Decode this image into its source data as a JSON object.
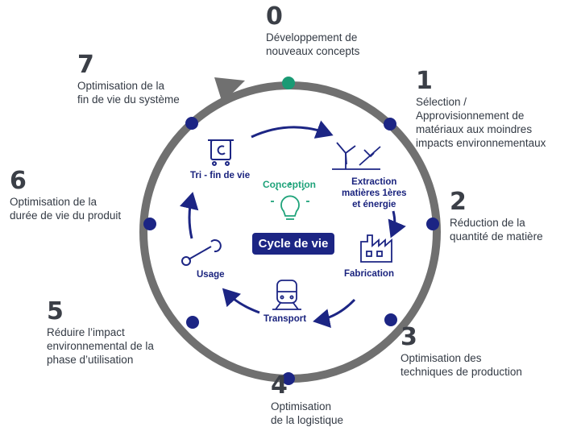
{
  "center": {
    "title": "Cycle de vie",
    "conception": "Conception"
  },
  "phases": [
    {
      "label": "Extraction\nmatières 1ères\net énergie",
      "icon": "wind-turbine-icon"
    },
    {
      "label": "Fabrication",
      "icon": "factory-icon"
    },
    {
      "label": "Transport",
      "icon": "train-icon"
    },
    {
      "label": "Usage",
      "icon": "wrench-icon"
    },
    {
      "label": "Tri - fin de vie",
      "icon": "recycling-bin-icon"
    }
  ],
  "steps": [
    {
      "number": "0",
      "text": "Développement de\nnouveaux concepts"
    },
    {
      "number": "1",
      "text": "Sélection /\nApprovisionnement de\nmatériaux aux moindres\nimpacts environnementaux"
    },
    {
      "number": "2",
      "text": "Réduction de la\nquantité de matière"
    },
    {
      "number": "3",
      "text": "Optimisation des\ntechniques de production"
    },
    {
      "number": "4",
      "text": "Optimisation\nde la logistique"
    },
    {
      "number": "5",
      "text": "Réduire l’impact\nenvironnemental de la\nphase d’utilisation"
    },
    {
      "number": "6",
      "text": "Optimisation de la\ndurée de vie du produit"
    },
    {
      "number": "7",
      "text": "Optimisation de la\nfin de vie du système"
    }
  ],
  "colors": {
    "ring": "#707070",
    "node": "#1c2584",
    "start_node": "#1a9a74",
    "arrows": "#1c2584",
    "conception": "#1fa37a"
  }
}
